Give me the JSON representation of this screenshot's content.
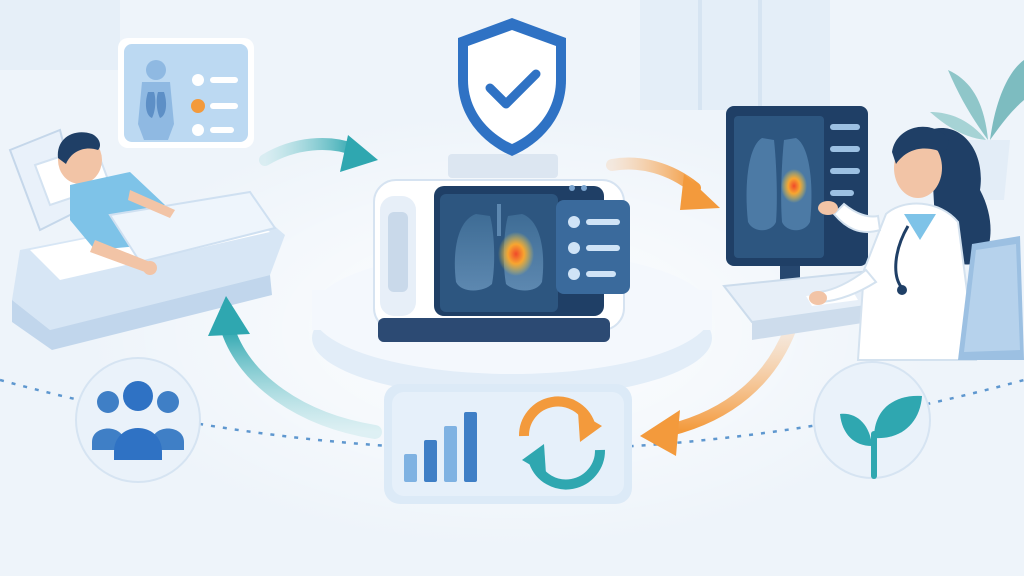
{
  "scene": "ai-assisted-diagnostic-care-cycle",
  "colors": {
    "background": "#eef4fa",
    "primary_blue": "#2f72c4",
    "dark_navy": "#1f3f66",
    "teal": "#2fa7b0",
    "orange": "#f39a3c",
    "heat_red": "#f04a2a",
    "light_panel": "#dceaf7",
    "skin": "#f2c4a6",
    "gown": "#7ec3e8"
  },
  "nodes": [
    {
      "id": "patient",
      "icon": "patient-in-bed"
    },
    {
      "id": "ai-scanner",
      "icon": "shield-check-scanner"
    },
    {
      "id": "clinician",
      "icon": "doctor-at-monitor"
    },
    {
      "id": "analytics",
      "icon": "bar-chart-and-refresh"
    },
    {
      "id": "community",
      "icon": "people-group"
    },
    {
      "id": "growth",
      "icon": "sprout"
    }
  ],
  "flow": [
    {
      "from": "patient",
      "to": "ai-scanner",
      "color": "teal"
    },
    {
      "from": "ai-scanner",
      "to": "clinician",
      "color": "orange"
    },
    {
      "from": "clinician",
      "to": "analytics",
      "color": "orange"
    },
    {
      "from": "analytics",
      "to": "patient",
      "color": "teal"
    }
  ],
  "bar_chart": {
    "values": [
      2,
      3,
      4,
      5
    ]
  }
}
